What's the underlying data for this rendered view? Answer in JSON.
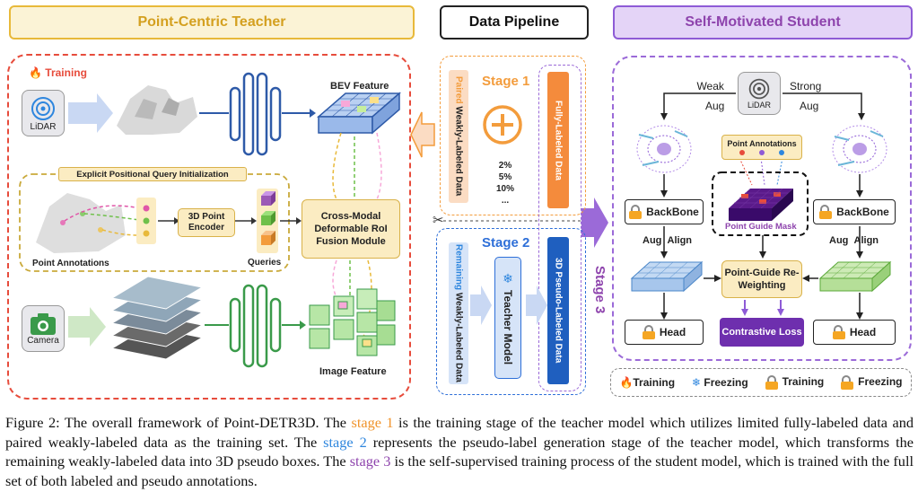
{
  "headers": {
    "teacher": "Point-Centric Teacher",
    "pipeline": "Data Pipeline",
    "student": "Self-Motivated Student"
  },
  "teacher": {
    "training_tag": "Training",
    "lidar": "LiDAR",
    "bev_feature": "BEV Feature",
    "epqi": "Explicit Positional Query Initialization",
    "point_annotations": "Point Annotations",
    "encoder": "3D Point Encoder",
    "queries": "Queries",
    "fusion": "Cross-Modal Deformable RoI Fusion Module",
    "camera": "Camera",
    "image_feature": "Image Feature"
  },
  "pipeline": {
    "stage1": "Stage 1",
    "stage2": "Stage 2",
    "stage3": "Stage 3",
    "paired": "Paired",
    "weakly_labeled": "Weakly-Labeled Data",
    "fully_labeled": "Fully-Labeled Data",
    "percentages": [
      "2%",
      "5%",
      "10%",
      "..."
    ],
    "remaining": "Remaining",
    "remaining_weak": "Weakly-Labeled Data",
    "teacher_model": "Teacher Model",
    "pseudo_labeled": "3D Pseudo-Labeled Data"
  },
  "student": {
    "weak_aug": "Weak\nAug",
    "weak": "Weak",
    "aug1": "Aug",
    "strong": "Strong",
    "aug2": "Aug",
    "lidar": "LiDAR",
    "point_annotations": "Point Annotations",
    "backbone_left": "BackBone",
    "backbone_right": "BackBone",
    "point_guide_mask": "Point Guide Mask",
    "aug_align_left_a": "Aug",
    "aug_align_left_b": "Align",
    "aug_align_right_a": "Aug",
    "aug_align_right_b": "Align",
    "reweighting": "Point-Guide Re-Weighting",
    "head_left": "Head",
    "head_right": "Head",
    "contrastive": "Contrastive Loss"
  },
  "legend": {
    "training": "Training",
    "freezing": "Freezing",
    "training_lock": "Training",
    "freezing_lock": "Freezing"
  },
  "caption": {
    "p1": "Figure 2: The overall framework of Point-DETR3D. The ",
    "stage1": "stage 1",
    "p2": " is the training stage of the teacher model which utilizes limited fully-labeled data and paired weakly-labeled data as the training set. The ",
    "stage2": "stage 2",
    "p3": " represents the pseudo-label generation stage of the teacher model, which transforms the remaining weakly-labeled data into 3D pseudo boxes. The ",
    "stage3": "stage 3",
    "p4": " is the self-supervised training process of the student model, which is trained with the full set of both labeled and pseudo annotations."
  },
  "colors": {
    "teacher": "#e8b93a",
    "teacher_fill": "#fbf3d6",
    "red_dashed": "#e74c3c",
    "pipeline_orange": "#f39c3c",
    "pipeline_blue": "#2e6fd8",
    "student": "#8e5bd6",
    "student_fill": "#e4d4f7"
  }
}
